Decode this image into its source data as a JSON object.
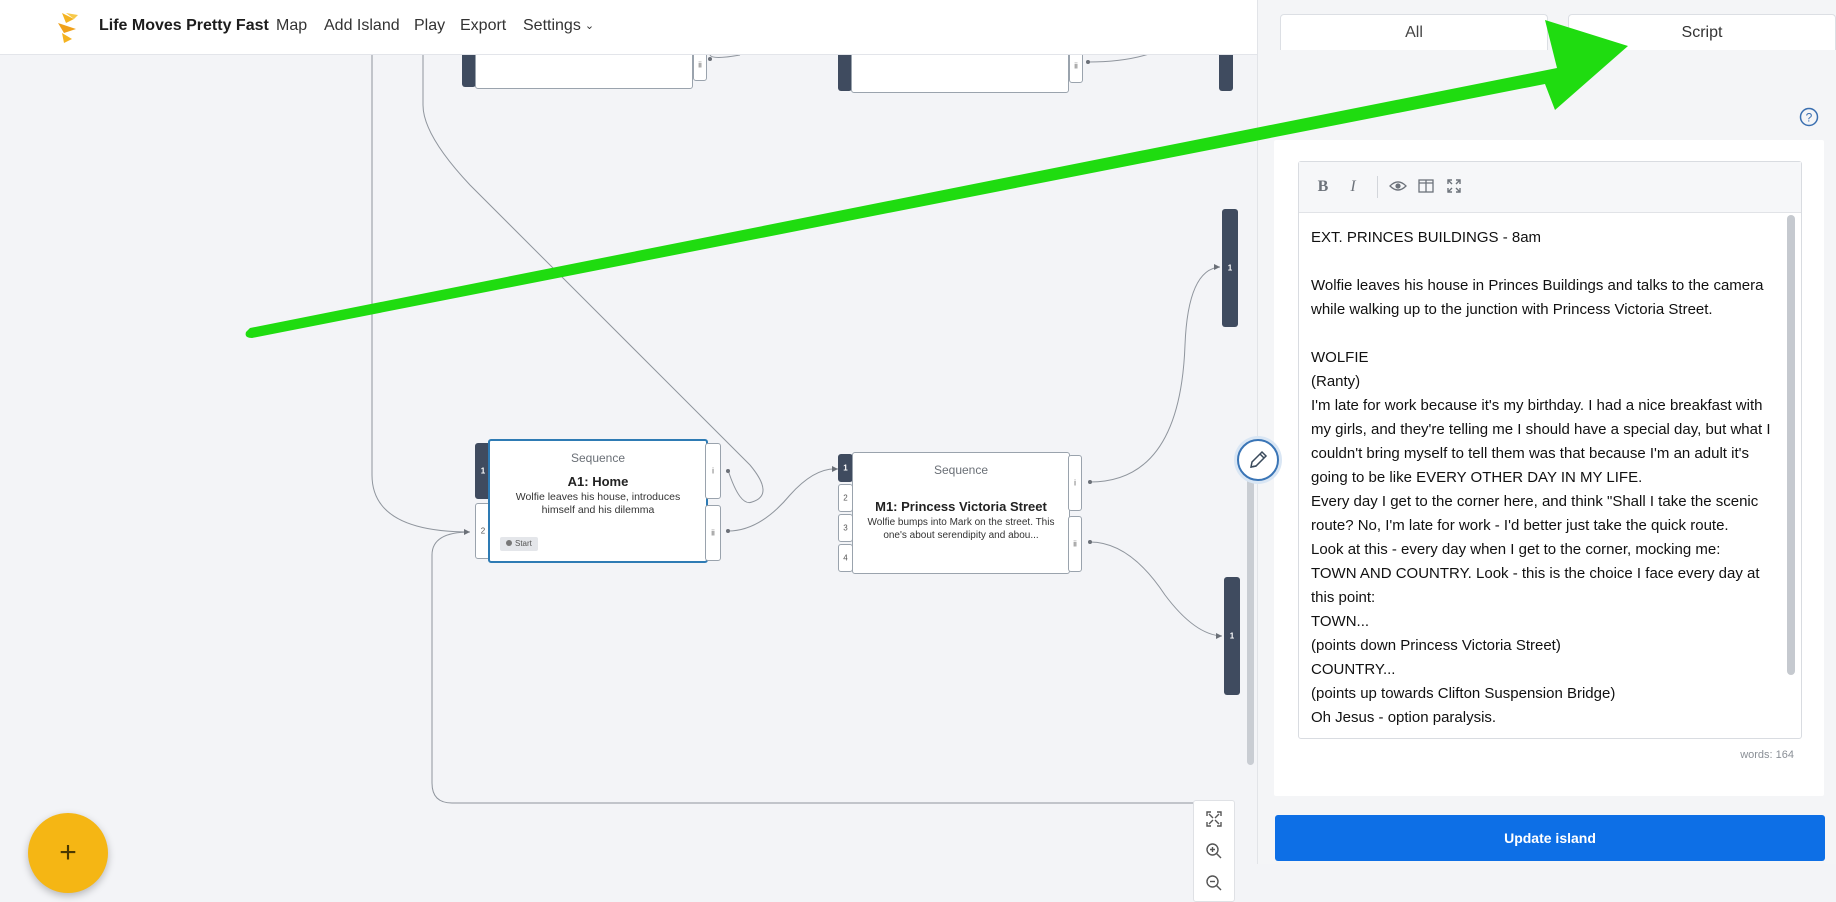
{
  "header": {
    "brand": "Life Moves Pretty Fast",
    "nav": {
      "map": "Map",
      "add_island": "Add Island",
      "play": "Play",
      "export": "Export",
      "settings": "Settings"
    }
  },
  "canvas": {
    "nodes": {
      "home": {
        "type": "Sequence",
        "title": "A1: Home",
        "desc": "Wolfie leaves his house, introduces himself and his dilemma",
        "start_label": "Start",
        "in_ports": [
          "1",
          "2"
        ],
        "out_ports": [
          "i",
          "ii"
        ]
      },
      "princess": {
        "type": "Sequence",
        "title": "M1: Princess Victoria Street",
        "desc": "Wolfie bumps into Mark on the street. This one's about serendipity and abou...",
        "in_ports": [
          "1",
          "2",
          "3",
          "4"
        ],
        "out_ports": [
          "i",
          "ii"
        ]
      },
      "right_top_port": "1",
      "right_bottom_port": "1",
      "top_port_a": "ii",
      "top_port_b": "ii"
    },
    "fab_label": "+"
  },
  "panel": {
    "tabs": {
      "all": "All",
      "script": "Script"
    },
    "script_lines": [
      "EXT. PRINCES BUILDINGS - 8am",
      "",
      "Wolfie leaves his house in Princes Buildings and talks to the camera while walking up to the junction with Princess Victoria Street.",
      "",
      "WOLFIE",
      "(Ranty)",
      "I'm late for work because it's my birthday. I had a nice breakfast with my girls, and they're telling me I should have a special day, but what I couldn't bring myself to tell them was that because I'm an adult it's going to be like EVERY OTHER DAY IN MY LIFE.",
      "Every day I get to the corner here, and think \"Shall I take the scenic route? No, I'm late for work - I'd better just take the quick route.",
      "Look at this - every day when I get to the corner, mocking me:",
      "TOWN AND COUNTRY. Look - this is the choice I face every day at this point:",
      "TOWN...",
      "(points down Princess Victoria Street)",
      "COUNTRY...",
      "(points up towards Clifton Suspension Bridge)",
      "Oh Jesus - option paralysis."
    ],
    "words_count": "words: 164",
    "update_button": "Update island"
  },
  "colors": {
    "accent_blue": "#0d6fe6",
    "node_dark": "#3f4b5f",
    "fab_yellow": "#f5b614",
    "overlay_arrow_green": "#1fdc10"
  },
  "icons": [
    "logo-icon",
    "chevron-down-icon",
    "plus-icon",
    "pencil-icon",
    "help-icon",
    "bold-icon",
    "italic-icon",
    "preview-eye-icon",
    "side-by-side-icon",
    "fullscreen-icon",
    "fit-screen-icon",
    "zoom-in-icon",
    "zoom-out-icon"
  ]
}
